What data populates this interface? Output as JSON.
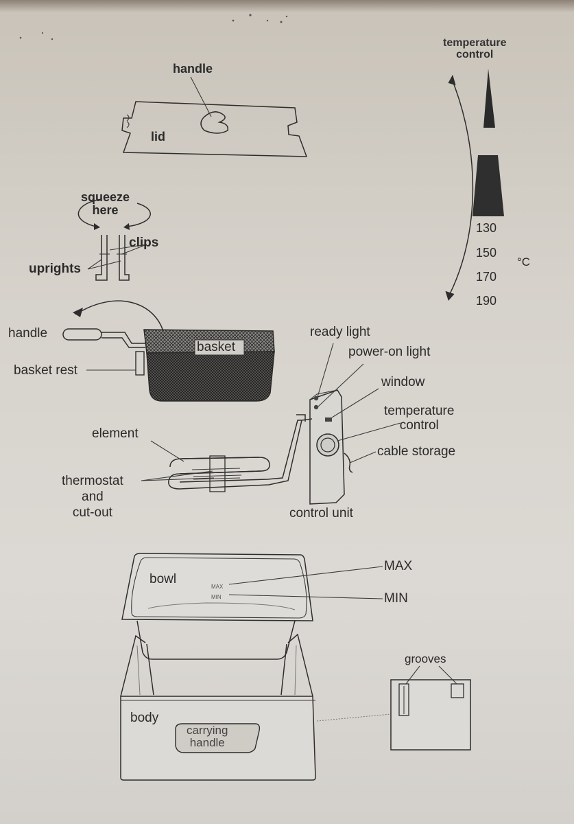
{
  "labels": {
    "temperature_control_top": "temperature\ncontrol",
    "handle_lid": "handle",
    "lid": "lid",
    "squeeze_here": "squeeze\nhere",
    "clips": "clips",
    "uprights": "uprights",
    "handle_basket": "handle",
    "basket": "basket",
    "basket_rest": "basket rest",
    "ready_light": "ready light",
    "power_on_light": "power-on light",
    "window": "window",
    "temperature_control": "temperature\ncontrol",
    "cable_storage": "cable storage",
    "element": "element",
    "thermostat": "thermostat\nand\ncut-out",
    "control_unit": "control unit",
    "max": "MAX",
    "min": "MIN",
    "bowl": "bowl",
    "bowl_max_mark": "MAX",
    "bowl_min_mark": "MIN",
    "grooves": "grooves",
    "body": "body",
    "carrying_handle": "carrying\nhandle"
  },
  "temperature_scale": {
    "values": [
      "130",
      "150",
      "170",
      "190"
    ],
    "unit": "°C"
  }
}
